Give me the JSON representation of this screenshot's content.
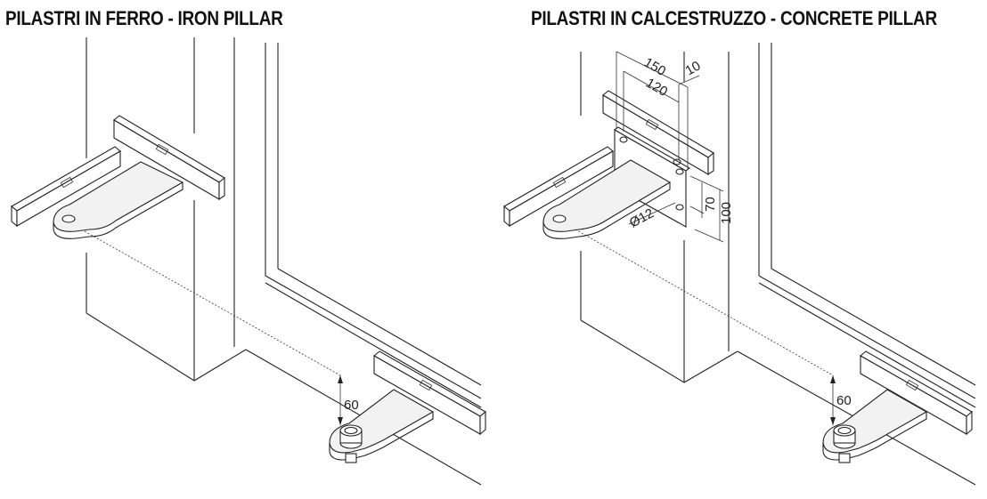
{
  "titles": {
    "left": "PILASTRI IN FERRO - IRON PILLAR",
    "right": "PILASTRI IN CALCESTRUZZO - CONCRETE PILLAR"
  },
  "dimensions": {
    "left_height": "60",
    "right_height": "60",
    "width_outer": "150",
    "width_inner": "120",
    "offset": "10",
    "vertical_inner": "70",
    "vertical_outer": "100",
    "hole_diameter": "Ø12"
  }
}
